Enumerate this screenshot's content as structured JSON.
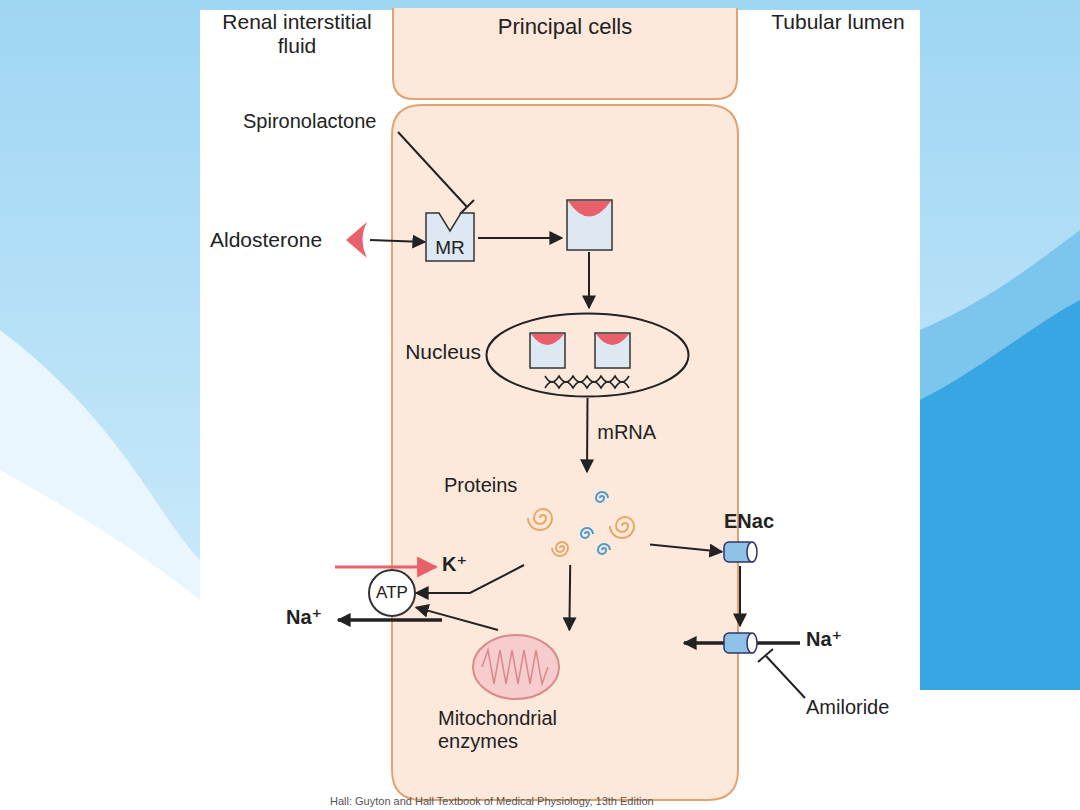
{
  "diagram": {
    "nodes": [
      {
        "text": [
          "Principal cells"
        ]
      },
      {
        "text": [
          "Aldosterone"
        ]
      },
      {
        "text": [
          "MR"
        ]
      },
      {
        "text": [
          "Nucleus"
        ]
      },
      {
        "text": [
          "Proteins"
        ]
      },
      {
        "text": [
          "ATP"
        ]
      },
      {
        "text": [
          "ENac"
        ]
      },
      {
        "text": [
          "Mitochondrial enzymes"
        ]
      }
    ],
    "edges": [
      {
        "from": 1,
        "to": 2,
        "arrow": "to"
      },
      {
        "from": 3,
        "to": 4,
        "label": "mRNA",
        "arrow": "to"
      },
      {
        "from": 4,
        "to": 5,
        "arrow": "to"
      },
      {
        "from": 4,
        "to": 6,
        "arrow": "to"
      },
      {
        "from": 4,
        "to": 7,
        "arrow": "to"
      },
      {
        "from": 7,
        "to": 5,
        "arrow": "to"
      }
    ],
    "labels": [
      "Renal interstitial fluid",
      "Tubular lumen",
      "Spironolactone",
      "K⁺",
      "Na⁺",
      "Na⁺",
      "Amiloride",
      "Hall: Guyton and Hall Textbook of Medical Physiology, 13th Edition"
    ]
  }
}
